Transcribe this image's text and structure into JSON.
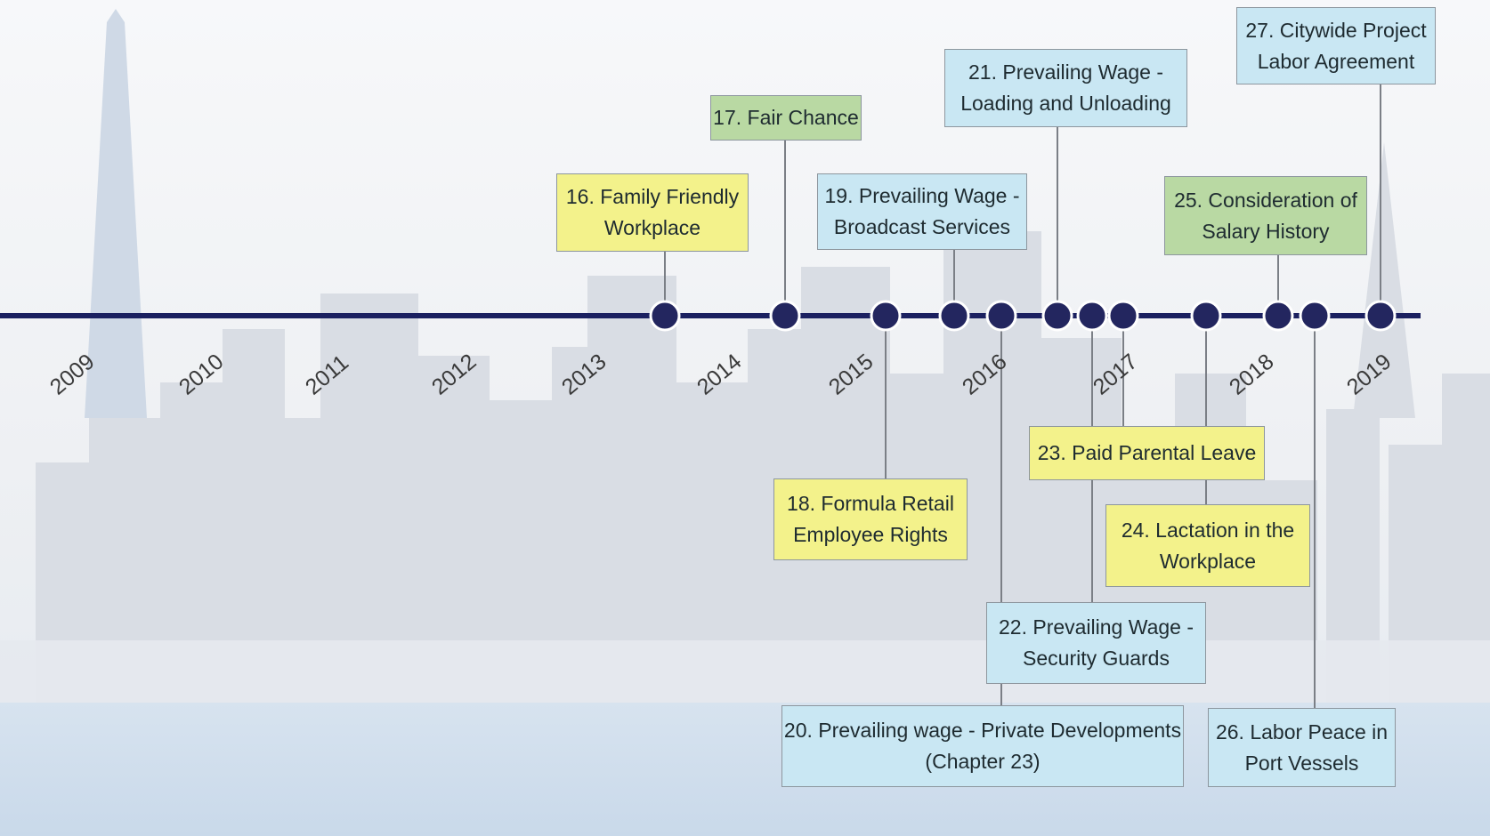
{
  "timeline": {
    "years": [
      "2009",
      "2010",
      "2011",
      "2012",
      "2013",
      "2014",
      "2015",
      "2016",
      "2017",
      "2018",
      "2019"
    ],
    "line_color": "#1b2060",
    "dot_color": "#23265f",
    "dot_ring_color": "#ffffff"
  },
  "legend_colors": {
    "yellow": "#f3f28b",
    "blue": "#c9e7f3",
    "green": "#b9d9a3"
  },
  "events": [
    {
      "id": "e16",
      "color": "yellow",
      "label": "16. Family Friendly\nWorkplace"
    },
    {
      "id": "e17",
      "color": "green",
      "label": "17. Fair Chance"
    },
    {
      "id": "e18",
      "color": "yellow",
      "label": "18. Formula Retail\nEmployee Rights"
    },
    {
      "id": "e19",
      "color": "blue",
      "label": "19. Prevailing Wage -\nBroadcast Services"
    },
    {
      "id": "e20",
      "color": "blue",
      "label": "20. Prevailing wage - Private Developments\n(Chapter 23)"
    },
    {
      "id": "e21",
      "color": "blue",
      "label": "21. Prevailing Wage -\nLoading and Unloading"
    },
    {
      "id": "e22",
      "color": "blue",
      "label": "22. Prevailing Wage -\nSecurity Guards"
    },
    {
      "id": "e23",
      "color": "yellow",
      "label": "23. Paid Parental Leave"
    },
    {
      "id": "e24",
      "color": "yellow",
      "label": "24. Lactation in the\nWorkplace"
    },
    {
      "id": "e25",
      "color": "green",
      "label": "25. Consideration of\nSalary History"
    },
    {
      "id": "e26",
      "color": "blue",
      "label": "26. Labor Peace in\nPort Vessels"
    },
    {
      "id": "e27",
      "color": "blue",
      "label": "27. Citywide Project\nLabor Agreement"
    }
  ]
}
